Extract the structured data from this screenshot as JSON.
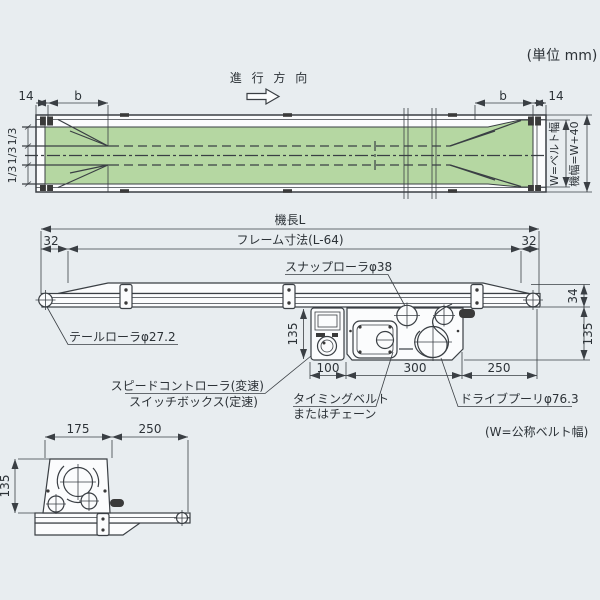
{
  "page": {
    "unit_note": "(単位 mm)",
    "width_note": "(W=公称ベルト幅)"
  },
  "colors": {
    "background": "#e8edf0",
    "line": "#3a3f44",
    "belt_green": "#b5d7a2",
    "white": "#fbfcfd",
    "dark": "#3a3a3a"
  },
  "top_view": {
    "direction_label": "進 行 方 向",
    "dim_left_14": "14",
    "dim_left_b": "b",
    "dim_right_b": "b",
    "dim_right_14": "14",
    "third_labels": [
      "1/3",
      "1/3",
      "1/3"
    ],
    "belt_width_label": "W=ベルト幅",
    "machine_width_label": "機幅=W+40"
  },
  "side_view": {
    "dim_machine_length": "機長L",
    "dim_frame_length": "フレーム寸法(L-64)",
    "dim_left_32": "32",
    "dim_right_32": "32",
    "dim_right_34": "34",
    "dim_left_135": "135",
    "dim_right_135": "135",
    "dim_100": "100",
    "dim_300": "300",
    "dim_250": "250",
    "label_tail_roller": "テールローラφ27.2",
    "label_snap_roller": "スナップローラφ38",
    "label_speed_controller": "スピードコントローラ(変速)",
    "label_switch_box": "スイッチボックス(定速)",
    "label_timing_belt_line1": "タイミングベルト",
    "label_timing_belt_line2": "またはチェーン",
    "label_drive_pulley": "ドライブプーリφ76.3"
  },
  "detail_view": {
    "dim_175": "175",
    "dim_250": "250",
    "dim_135": "135"
  }
}
